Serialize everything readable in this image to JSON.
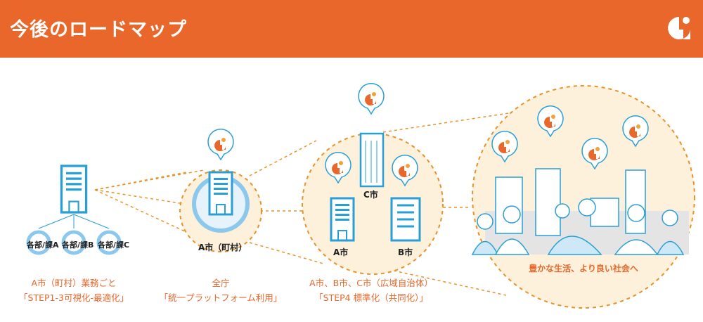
{
  "header": {
    "title": "今後のロードマップ",
    "accent": "#EA672B"
  },
  "stage1": {
    "departments": [
      "各部/課A",
      "各部/課B",
      "各部/課C"
    ],
    "caption_line1": "A市（町村）業務ごと",
    "caption_line2": "「STEP1-3可視化-最適化」"
  },
  "stage2": {
    "building_label": "A市（町村）",
    "caption_line1": "全庁",
    "caption_line2": "「統一プラットフォーム利用」"
  },
  "stage3": {
    "cities": [
      "C市",
      "A市",
      "B市"
    ],
    "caption_line1": "A市、B市、C市（広域自治体）",
    "caption_line2": "「STEP4 標準化（共同化）」"
  },
  "stage4": {
    "slogan": "豊かな生活、より良い社会へ"
  }
}
